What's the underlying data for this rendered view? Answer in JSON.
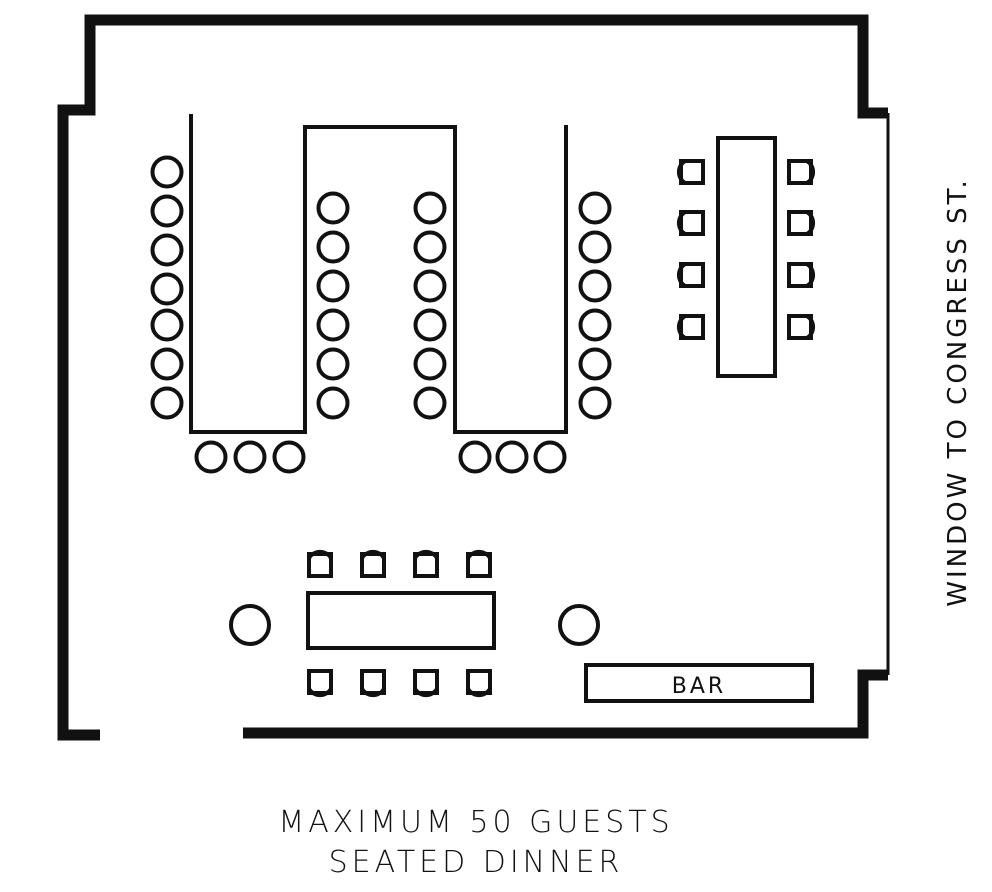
{
  "floorplan": {
    "window_label": "WINDOW TO CONGRESS ST.",
    "bar_label": "BAR",
    "caption_line1": "MAXIMUM 50 GUESTS",
    "caption_line2": "SEATED DINNER"
  },
  "colors": {
    "ink": "#111111",
    "background": "#ffffff"
  }
}
